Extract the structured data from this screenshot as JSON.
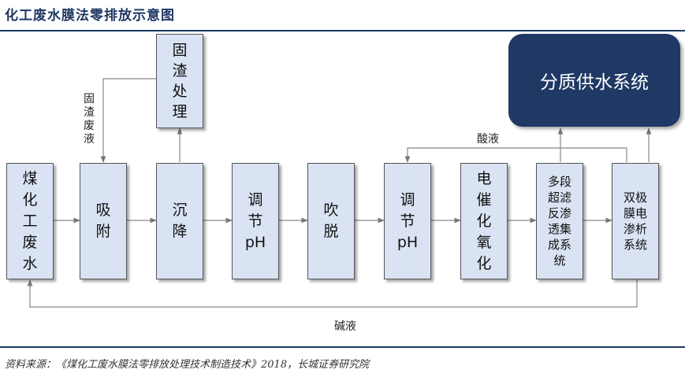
{
  "title": "化工废水膜法零排放示意图",
  "source": "资料来源：《煤化工废水膜法零排放处理技术制造技术》2018，长城证券研究院",
  "nodes": {
    "wastewater": "煤\n化\n工\n废\n水",
    "adsorption": "吸\n附",
    "settling": "沉\n降",
    "ph1": "调\n节\npH",
    "stripping": "吹\n脱",
    "ph2": "调\n节\npH",
    "oxidation": "电\n催\n化\n氧\n化",
    "membrane": "多段\n超滤\n反渗\n透集\n成系\n统",
    "bipolar": "双极\n膜电\n渗析\n系统",
    "solid_treatment": "固\n渣\n处\n理",
    "supply": "分质供水系统"
  },
  "labels": {
    "solid_waste": "固渣废液",
    "acid": "酸液",
    "alkali": "碱液"
  },
  "colors": {
    "box_fill": "#dae3f3",
    "supply_fill": "#1f3864",
    "title_color": "#1f3864"
  }
}
